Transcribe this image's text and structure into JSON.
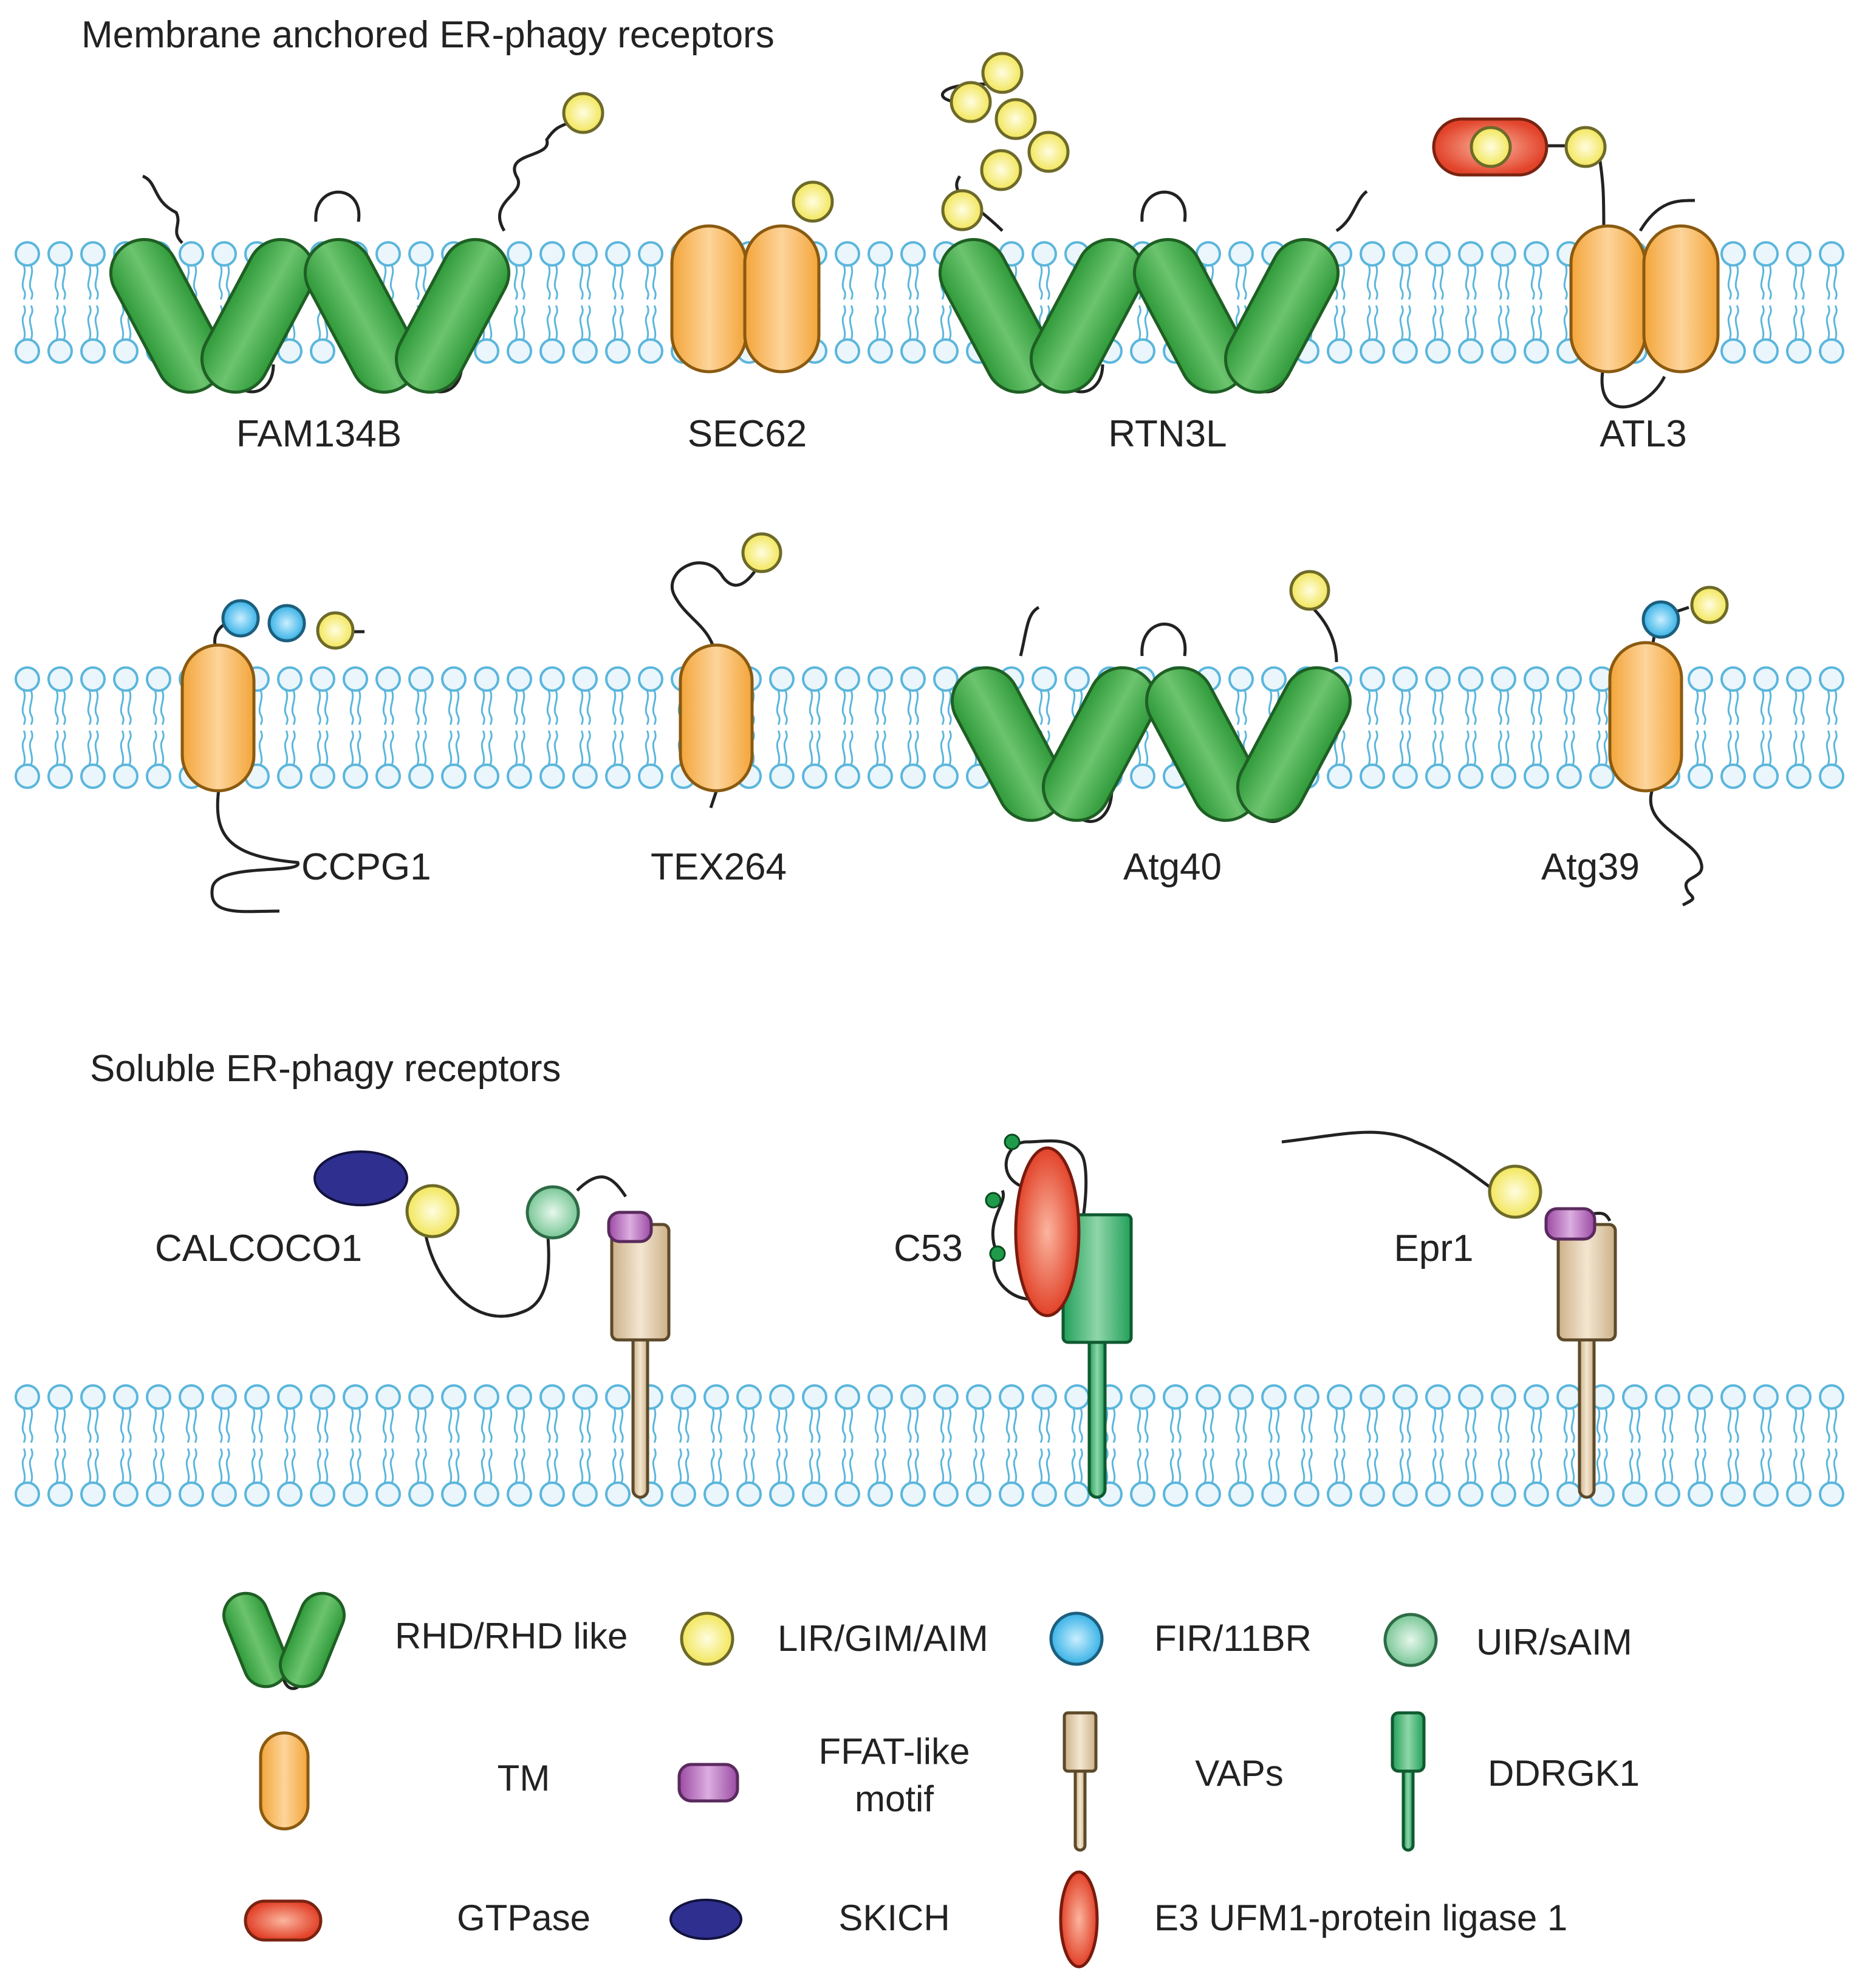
{
  "titles": {
    "membrane": "Membrane anchored ER-phagy receptors",
    "soluble": "Soluble ER-phagy receptors"
  },
  "receptors": {
    "fam134b": "FAM134B",
    "sec62": "SEC62",
    "rtn3l": "RTN3L",
    "atl3": "ATL3",
    "ccpg1": "CCPG1",
    "tex264": "TEX264",
    "atg40": "Atg40",
    "atg39": "Atg39",
    "calcoco1": "CALCOCO1",
    "c53": "C53",
    "epr1": "Epr1"
  },
  "legend": {
    "rhd": "RHD/RHD like",
    "lir": "LIR/GIM/AIM",
    "fir": "FIR/11BR",
    "uir": "UIR/sAIM",
    "tm": "TM",
    "ffat_1": "FFAT-like",
    "ffat_2": "motif",
    "vaps": "VAPs",
    "ddrgk1": "DDRGK1",
    "gtpase": "GTPase",
    "skich": "SKICH",
    "e3": "E3 UFM1-protein ligase 1"
  },
  "colors": {
    "rhd": "#3faa47",
    "tm": "#f7b552",
    "lir": "#fbf287",
    "fir": "#5ec6ef",
    "uir": "#9ed9b3",
    "ffat": "#b063b6",
    "vap": "#e0ccaa",
    "ddrgk1": "#2fae66",
    "gtpase": "#ef6a4a",
    "skich": "#2f2f8f",
    "e3": "#e4442b",
    "membrane": "#5bb6dc"
  }
}
